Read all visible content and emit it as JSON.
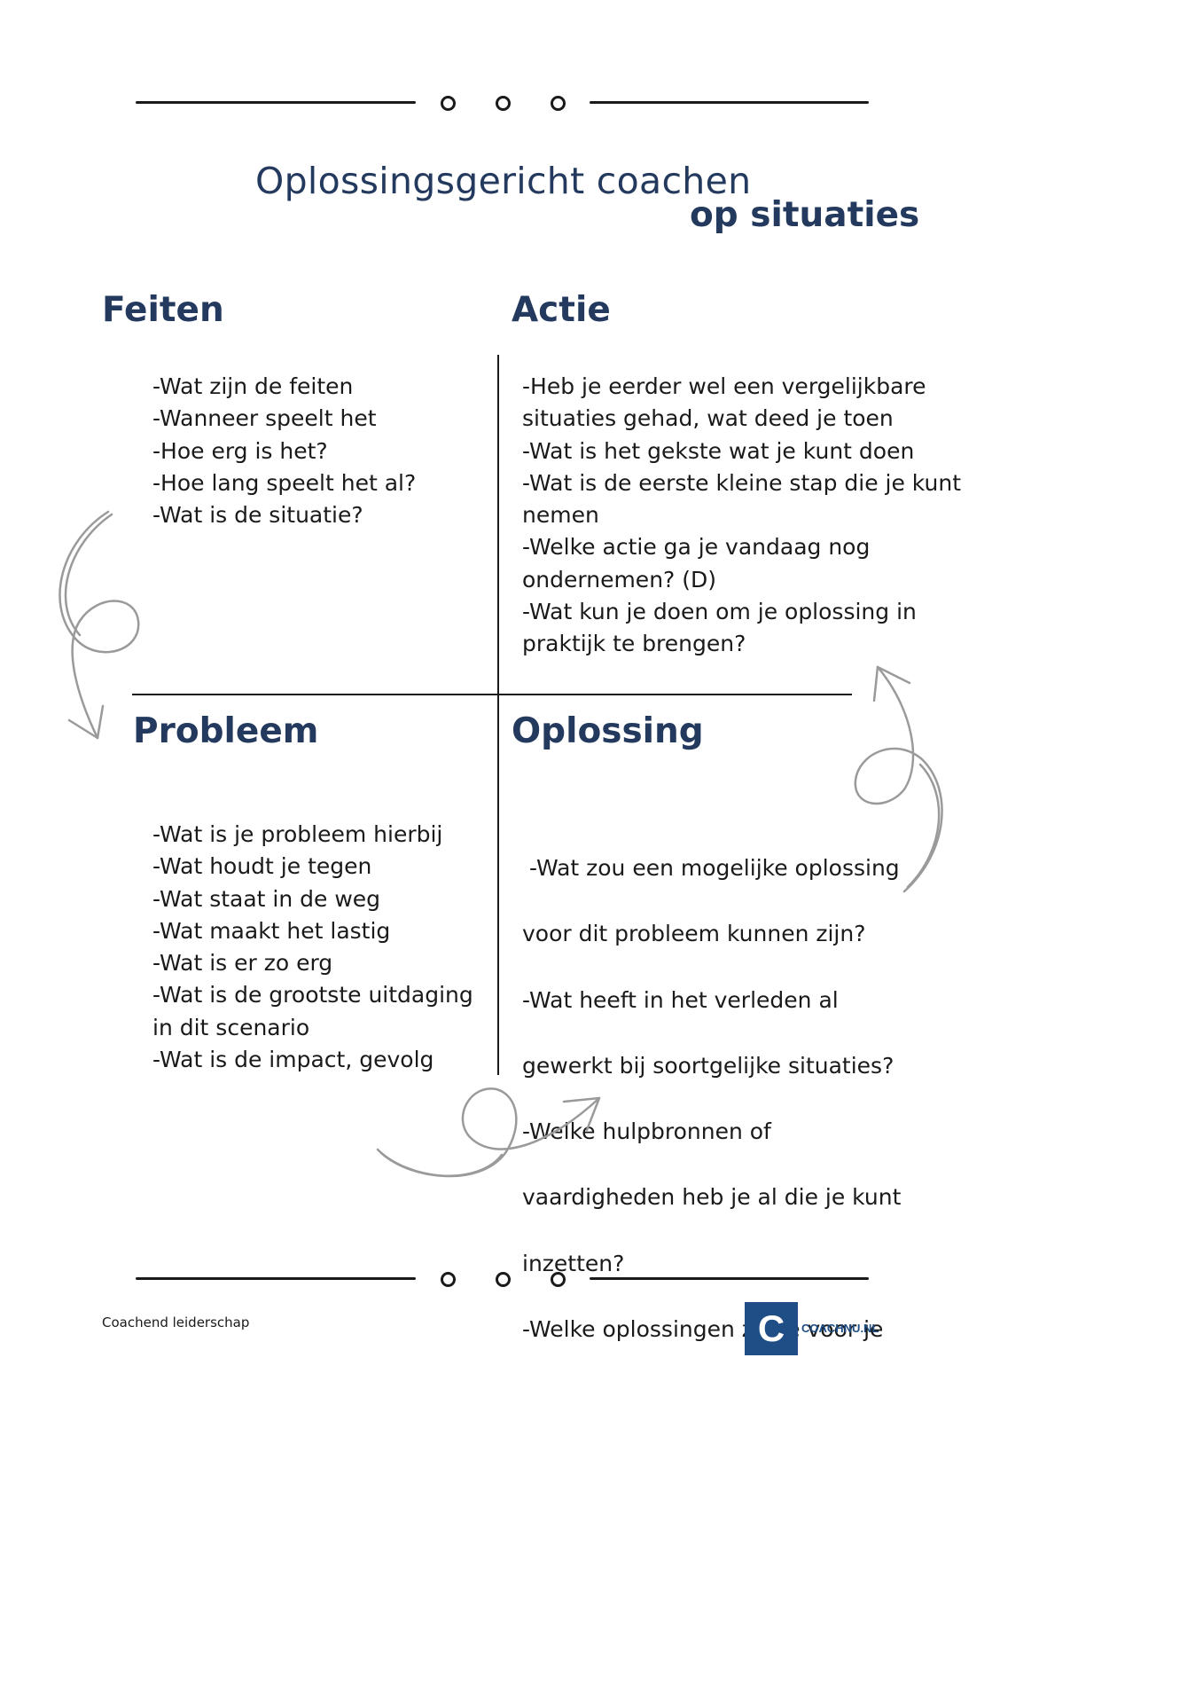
{
  "title": {
    "line1": "Oplossingsgericht coachen",
    "line2": "op situaties"
  },
  "quadrants": {
    "feiten": {
      "heading": "Feiten",
      "items": [
        "-Wat zijn de feiten",
        "-Wanneer speelt het",
        "-Hoe erg is het?",
        "-Hoe lang speelt het al?",
        "-Wat is de situatie?"
      ]
    },
    "actie": {
      "heading": "Actie",
      "items": [
        "-Heb je eerder wel een vergelijkbare",
        "situaties gehad, wat deed je toen",
        "-Wat is het gekste wat je kunt doen",
        "-Wat is de eerste kleine stap die je kunt",
        "nemen",
        "-Welke actie ga je vandaag nog",
        "ondernemen? (D)",
        "-Wat kun je doen om je oplossing in",
        "praktijk te brengen?"
      ]
    },
    "probleem": {
      "heading": "Probleem",
      "items": [
        "-Wat is je probleem hierbij",
        "-Wat houdt je tegen",
        "-Wat staat in de weg",
        "-Wat maakt het lastig",
        "-Wat is er zo erg",
        "-Wat is de grootste uitdaging",
        "in dit scenario",
        "-Wat is de impact, gevolg"
      ]
    },
    "oplossing": {
      "heading": "Oplossing",
      "items": [
        " -Wat zou een mogelijke oplossing",
        "voor dit probleem kunnen zijn?",
        "-Wat heeft in het verleden al",
        "gewerkt bij soortgelijke situaties?",
        "-Welke hulpbronnen of",
        "vaardigheden heb je al die je kunt",
        "inzetten?",
        "-Welke oplossingen zie je voor je"
      ]
    }
  },
  "footer": {
    "left_text": "Coachend leiderschap",
    "logo_letter": "C",
    "logo_text": "COACHNU.NL"
  },
  "colors": {
    "heading": "#233a5e",
    "text": "#1a1a1a",
    "arrow": "#9a9a9a",
    "logo": "#1f4e86"
  },
  "icons": {
    "divider_rings": "ring-icon",
    "arrows": "curly-arrow-icon"
  }
}
